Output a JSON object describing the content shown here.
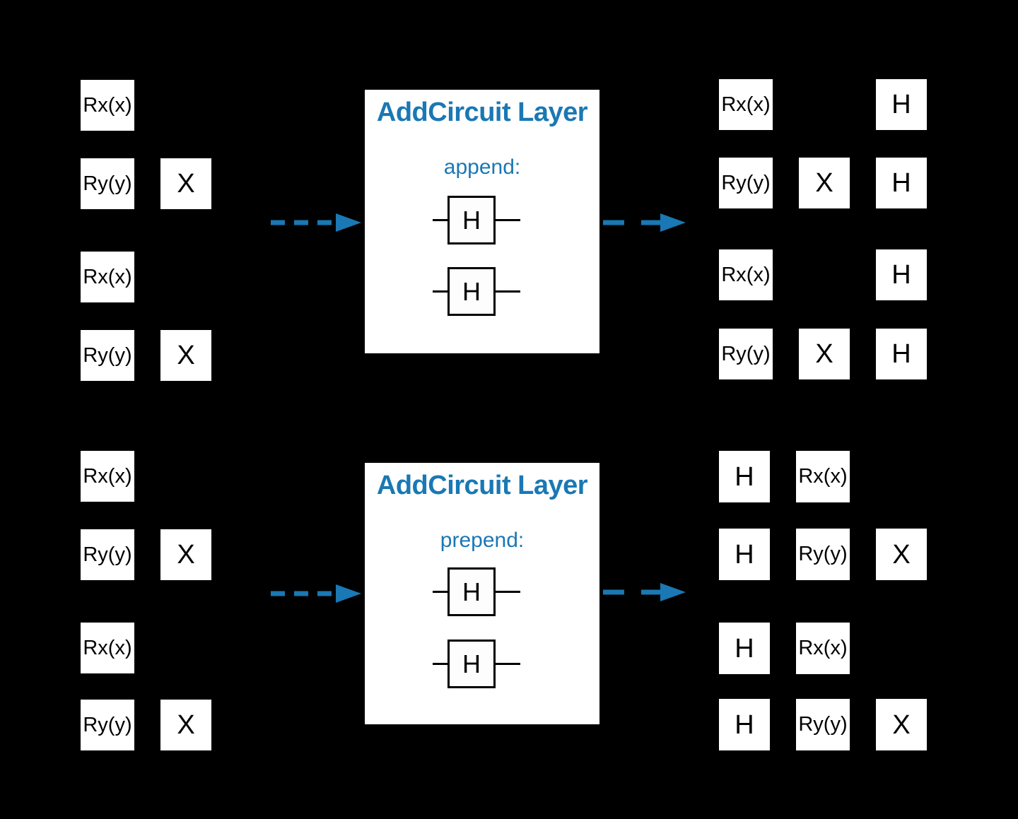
{
  "colors": {
    "background": "#000000",
    "accent": "#1a78b4",
    "gate_fill": "#ffffff",
    "gate_text": "#000000"
  },
  "panels": [
    {
      "title": "AddCircuit Layer",
      "mode": "append:",
      "gates": [
        "H",
        "H"
      ]
    },
    {
      "title": "AddCircuit Layer",
      "mode": "prepend:",
      "gates": [
        "H",
        "H"
      ]
    }
  ],
  "circuits": {
    "top_left": [
      [
        {
          "col": 0,
          "label": "Rx(x)"
        }
      ],
      [
        {
          "col": 0,
          "label": "Ry(y)"
        },
        {
          "col": 1,
          "label": "X"
        }
      ],
      [
        {
          "col": 0,
          "label": "Rx(x)"
        }
      ],
      [
        {
          "col": 0,
          "label": "Ry(y)"
        },
        {
          "col": 1,
          "label": "X"
        }
      ]
    ],
    "top_right": [
      [
        {
          "col": 0,
          "label": "Rx(x)"
        },
        {
          "col": 2,
          "label": "H"
        }
      ],
      [
        {
          "col": 0,
          "label": "Ry(y)"
        },
        {
          "col": 1,
          "label": "X"
        },
        {
          "col": 2,
          "label": "H"
        }
      ],
      [
        {
          "col": 0,
          "label": "Rx(x)"
        },
        {
          "col": 2,
          "label": "H"
        }
      ],
      [
        {
          "col": 0,
          "label": "Ry(y)"
        },
        {
          "col": 1,
          "label": "X"
        },
        {
          "col": 2,
          "label": "H"
        }
      ]
    ],
    "bottom_left": [
      [
        {
          "col": 0,
          "label": "Rx(x)"
        }
      ],
      [
        {
          "col": 0,
          "label": "Ry(y)"
        },
        {
          "col": 1,
          "label": "X"
        }
      ],
      [
        {
          "col": 0,
          "label": "Rx(x)"
        }
      ],
      [
        {
          "col": 0,
          "label": "Ry(y)"
        },
        {
          "col": 1,
          "label": "X"
        }
      ]
    ],
    "bottom_right": [
      [
        {
          "col": 0,
          "label": "H"
        },
        {
          "col": 1,
          "label": "Rx(x)"
        }
      ],
      [
        {
          "col": 0,
          "label": "H"
        },
        {
          "col": 1,
          "label": "Ry(y)"
        },
        {
          "col": 2,
          "label": "X"
        }
      ],
      [
        {
          "col": 0,
          "label": "H"
        },
        {
          "col": 1,
          "label": "Rx(x)"
        }
      ],
      [
        {
          "col": 0,
          "label": "H"
        },
        {
          "col": 1,
          "label": "Ry(y)"
        },
        {
          "col": 2,
          "label": "X"
        }
      ]
    ]
  }
}
